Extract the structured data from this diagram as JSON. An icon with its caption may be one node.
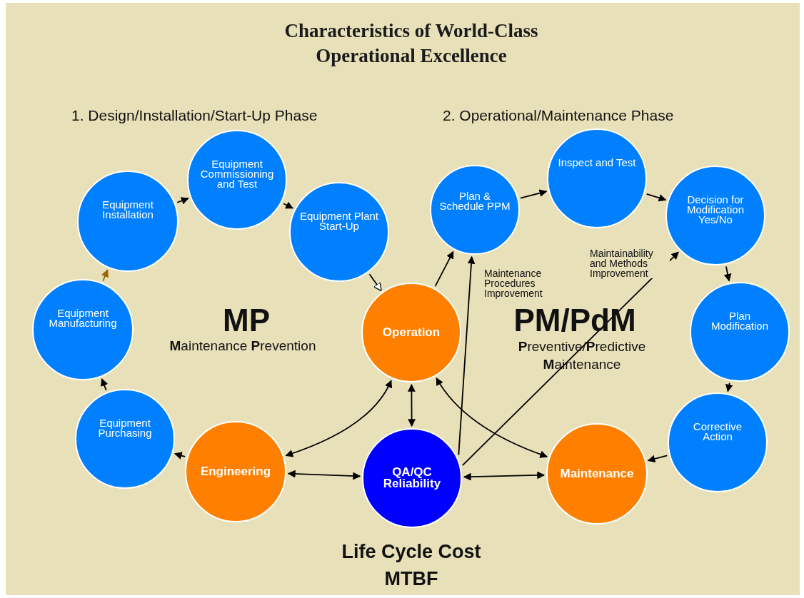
{
  "diagram": {
    "title": "Characteristics of World-Class Operational Excellence",
    "nodes": [
      {
        "text": [
          "Equipment Commissioning and Test"
        ]
      },
      {
        "text": [
          "Equipment Installation"
        ]
      },
      {
        "text": [
          "Equipment Plant Start-Up"
        ]
      },
      {
        "text": [
          "Plan & Schedule PPM"
        ]
      },
      {
        "text": [
          "Inspect and Test"
        ]
      },
      {
        "text": [
          "Decision for Modification Yes/No"
        ]
      },
      {
        "text": [
          "Equipment Manufacturing"
        ]
      },
      {
        "text": [
          "Operation"
        ]
      },
      {
        "text": [
          "Plan Modification"
        ]
      },
      {
        "text": [
          "Equipment Purchasing"
        ]
      },
      {
        "text": [
          "Engineering"
        ]
      },
      {
        "text": [
          "QA/QC Reliability"
        ]
      },
      {
        "text": [
          "Corrective Action"
        ]
      },
      {
        "text": [
          "Maintenance"
        ]
      }
    ],
    "edges": [
      {
        "from": 6,
        "to": 1,
        "arrow": "to",
        "color": "#996600"
      },
      {
        "from": 1,
        "to": 0,
        "arrow": "to"
      },
      {
        "from": 0,
        "to": 2,
        "arrow": "to"
      },
      {
        "from": 2,
        "to": 7,
        "arrow": "to"
      },
      {
        "from": 7,
        "to": 3,
        "arrow": "to"
      },
      {
        "from": 3,
        "to": 4,
        "arrow": "to"
      },
      {
        "from": 4,
        "to": 5,
        "arrow": "to"
      },
      {
        "from": 5,
        "to": 8,
        "arrow": "to"
      },
      {
        "from": 8,
        "to": 12,
        "arrow": "to"
      },
      {
        "from": 12,
        "to": 13,
        "arrow": "to"
      },
      {
        "from": 9,
        "to": 6,
        "arrow": "to"
      },
      {
        "from": 10,
        "to": 9,
        "arrow": "to"
      },
      {
        "from": 10,
        "to": 7,
        "arrow": "both"
      },
      {
        "from": 7,
        "to": 11,
        "arrow": "both"
      },
      {
        "from": 7,
        "to": 13,
        "arrow": "both"
      },
      {
        "from": 10,
        "to": 11,
        "arrow": "both"
      },
      {
        "from": 11,
        "to": 13,
        "arrow": "both"
      },
      {
        "from": 11,
        "to": 3,
        "arrow": "to",
        "label": "Maintenance Procedures Improvement"
      },
      {
        "from": 11,
        "to": 5,
        "arrow": "to",
        "label": "Maintainability and Methods Improvement"
      }
    ],
    "labels": [
      "1. Design/Installation/Start-Up Phase",
      "2. Operational/Maintenance Phase",
      "MP",
      "**M**aintenance **P**revention",
      "PM/PdM",
      "**P**reventive/**P**redictive **M**aintenance",
      "Life Cycle Cost",
      "MTBF"
    ]
  }
}
